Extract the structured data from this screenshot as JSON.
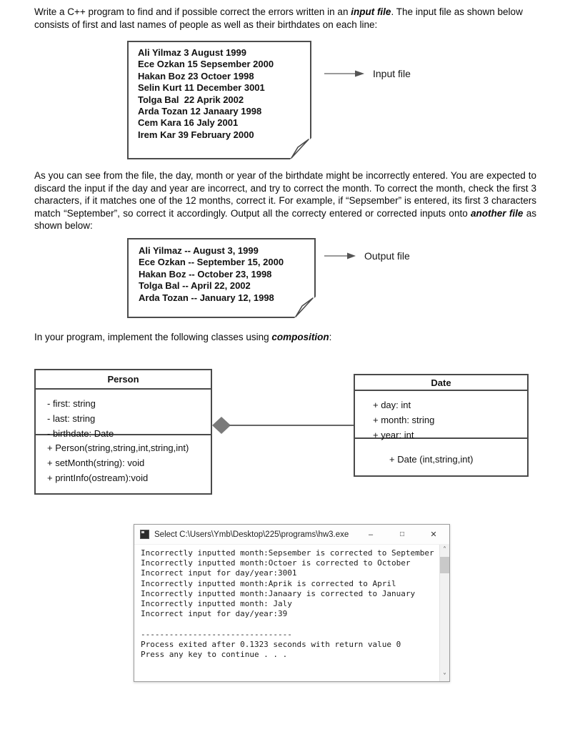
{
  "doc": {
    "para1": [
      {
        "t": "Write a C++ program to find and if possible correct the errors written in an "
      },
      {
        "t": "input file",
        "b": true,
        "i": true
      },
      {
        "t": ".  The input file as shown below consists of first and last names of people as well as their birthdates on each line:"
      }
    ],
    "para2": [
      {
        "t": "As you can see from the file, the day, month or year of the birthdate might be incorrectly entered. You are expected to discard the input if the day and year are incorrect, and try to correct the month. To correct the month, check the first 3 characters, if it matches one of the 12 months, correct it. For example, if “Sepsember” is entered, its first 3 characters match “September”, so correct it accordingly. Output all the correcty entered or corrected inputs onto "
      },
      {
        "t": "another file",
        "b": true,
        "i": true
      },
      {
        "t": " as shown below:"
      }
    ],
    "para3": [
      {
        "t": "In your program, implement the following classes using "
      },
      {
        "t": "composition",
        "b": true,
        "i": true
      },
      {
        "t": ":"
      }
    ]
  },
  "input_file": {
    "label": "Input file",
    "lines": [
      "Ali Yilmaz 3 August 1999",
      "Ece Ozkan 15 Sepsember 2000",
      "Hakan Boz 23 Octoer 1998",
      "Selin Kurt 11 December 3001",
      "Tolga Bal  22 Aprik 2002",
      "Arda Tozan 12 Janaary 1998",
      "Cem Kara 16 Jaly 2001",
      "Irem Kar 39 February 2000"
    ]
  },
  "output_file": {
    "label": "Output file",
    "lines": [
      "Ali Yilmaz -- August 3, 1999",
      "Ece Ozkan -- September 15, 2000",
      "Hakan Boz -- October 23, 1998",
      "Tolga Bal -- April 22, 2002",
      "Arda Tozan -- January 12, 1998"
    ]
  },
  "uml": {
    "person": {
      "title": "Person",
      "attributes": [
        "- first: string",
        "- last: string",
        "- birthdate: Date"
      ],
      "methods": [
        "+ Person(string,string,int,string,int)",
        "+ setMonth(string): void",
        "+ printInfo(ostream):void"
      ]
    },
    "date": {
      "title": "Date",
      "attributes": [
        "+ day: int",
        "+ month: string",
        "+ year: int"
      ],
      "methods": [
        "+ Date (int,string,int)"
      ]
    },
    "relation": "composition"
  },
  "console": {
    "title": "Select C:\\Users\\Ymb\\Desktop\\225\\programs\\hw3.exe",
    "minimize_glyph": "–",
    "maximize_glyph": "□",
    "close_glyph": "✕",
    "lines": [
      "Incorrectly inputted month:Sepsember is corrected to September",
      "Incorrectly inputted month:Octoer is corrected to October",
      "Incorrect input for day/year:3001",
      "Incorrectly inputted month:Aprik is corrected to April",
      "Incorrectly inputted month:Janaary is corrected to January",
      "Incorrectly inputted month: Jaly",
      "Incorrect input for day/year:39",
      "",
      "--------------------------------",
      "Process exited after 0.1323 seconds with return value 0",
      "Press any key to continue . . ."
    ],
    "scroll_up_glyph": "˄",
    "scroll_down_glyph": "˅"
  },
  "colors": {
    "box_border": "#4a4a4a",
    "diamond_fill": "#7a7a7a",
    "console_border": "#9b9b9b",
    "scroll_track": "#f1f1f1",
    "scroll_thumb": "#c9c9c9"
  }
}
